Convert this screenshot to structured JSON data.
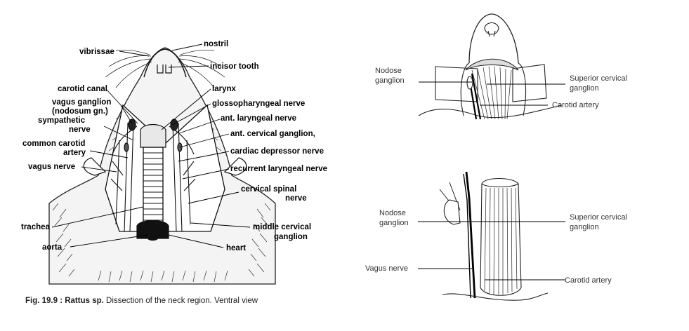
{
  "left_figure": {
    "labels": {
      "nostril": "nostril",
      "vibrissae": "vibrissae",
      "incisor_tooth": "incisor tooth",
      "carotid_canal": "carotid canal",
      "larynx": "larynx",
      "vagus_ganglion": "vagus ganglion",
      "vagus_ganglion_2": "(nodosum gn.)",
      "glossopharyngeal_nerve": "glossopharyngeal nerve",
      "sympathetic_nerve_1": "sympathetic",
      "sympathetic_nerve_2": "nerve",
      "ant_laryngeal_nerve": "ant. laryngeal nerve",
      "ant_cervical_ganglion": "ant. cervical ganglion,",
      "common_carotid_1": "common carotid",
      "common_carotid_2": "artery",
      "cardiac_depressor_nerve": "cardiac depressor nerve",
      "vagus_nerve": "vagus nerve",
      "recurrent_laryngeal_nerve": "recurrent laryngeal nerve",
      "cervical_spinal_nerve_1": "cervical spinal",
      "cervical_spinal_nerve_2": "nerve",
      "trachea": "trachea",
      "middle_cervical_ganglion_1": "middle cervical",
      "middle_cervical_ganglion_2": "ganglion",
      "aorta": "aorta",
      "heart": "heart"
    },
    "caption": {
      "fig_number": "Fig. 19.9 : Rattus sp.",
      "text": " Dissection of the neck region. Ventral view"
    }
  },
  "top_right_figure": {
    "nodose_1": "Nodose",
    "nodose_2": "ganglion",
    "superior_1": "Superior cervical",
    "superior_2": "ganglion",
    "carotid": "Carotid artery"
  },
  "bottom_right_figure": {
    "nodose_1": "Nodose",
    "nodose_2": "ganglion",
    "vagus": "Vagus nerve",
    "superior_1": "Superior cervical",
    "superior_2": "ganglion",
    "carotid": "Carotid artery"
  }
}
